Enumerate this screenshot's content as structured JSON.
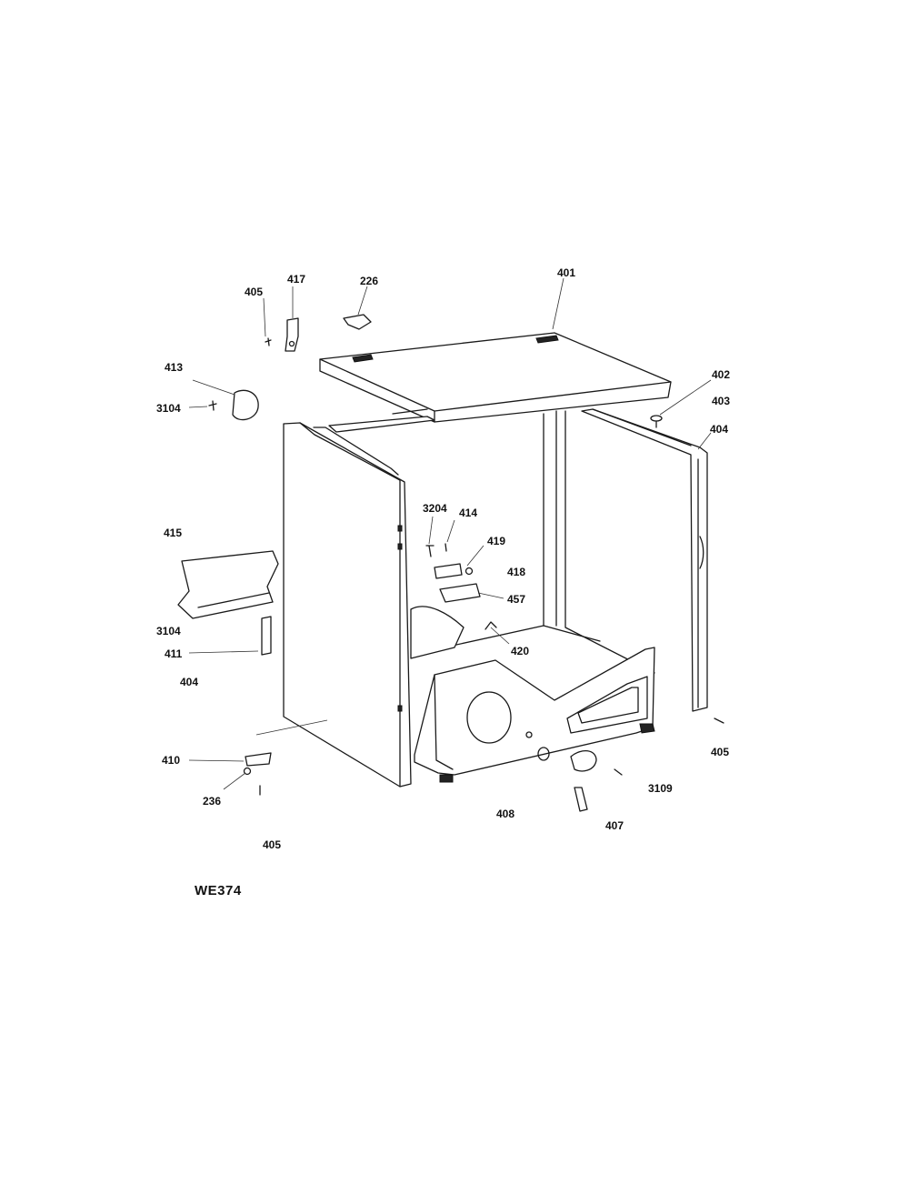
{
  "drawing": {
    "code": "WE374",
    "labels": [
      "401",
      "402",
      "403",
      "404",
      "417",
      "226",
      "405",
      "413",
      "3104",
      "415",
      "3104",
      "411",
      "404",
      "3204",
      "414",
      "419",
      "418",
      "457",
      "420",
      "410",
      "236",
      "405",
      "408",
      "407",
      "3109",
      "405"
    ]
  }
}
